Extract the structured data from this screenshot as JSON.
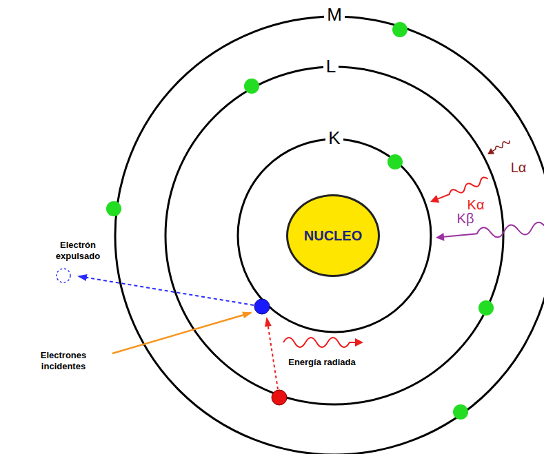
{
  "diagram": {
    "nodes": [
      {
        "text": [
          "NUCLEO"
        ]
      }
    ],
    "labels": [
      "M",
      "L",
      "K",
      "Lα",
      "Kα",
      "Kβ",
      "Electrón expulsado",
      "Electrones incidentes",
      "Energía radiada"
    ]
  }
}
